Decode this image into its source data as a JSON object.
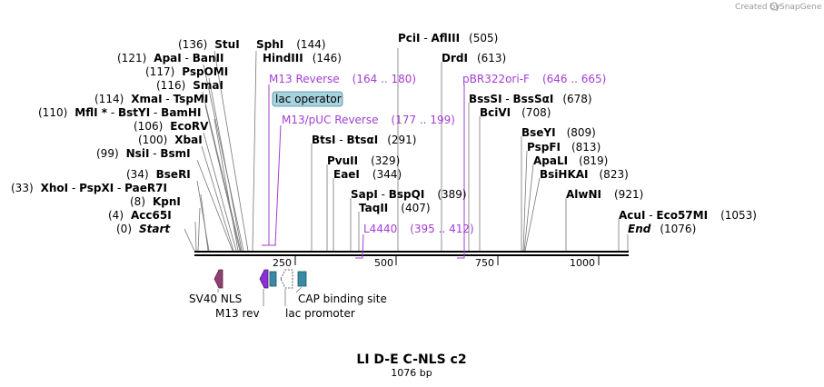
{
  "credit": {
    "prefix": "Created by",
    "brand": "SnapGene"
  },
  "map": {
    "title": "LI D-E C-NLS c2",
    "length_label": "1076 bp",
    "ticks": [
      "250",
      "500",
      "750",
      "1000"
    ]
  },
  "sites": [
    {
      "id": "pcii",
      "names": [
        "PciI",
        "AflIII"
      ],
      "pos": "(505)"
    },
    {
      "id": "drdi",
      "names": [
        "DrdI"
      ],
      "pos": "(613)"
    },
    {
      "id": "stui",
      "names": [
        "StuI"
      ],
      "pos": "(136)"
    },
    {
      "id": "sphi",
      "names": [
        "SphI"
      ],
      "pos": "(144)"
    },
    {
      "id": "apai",
      "names": [
        "ApaI",
        "BanII"
      ],
      "pos": "(121)"
    },
    {
      "id": "hindiii",
      "names": [
        "HindIII"
      ],
      "pos": "(146)"
    },
    {
      "id": "pspomi",
      "names": [
        "PspOMI"
      ],
      "pos": "(117)"
    },
    {
      "id": "smai",
      "names": [
        "SmaI"
      ],
      "pos": "(116)"
    },
    {
      "id": "xmai",
      "names": [
        "XmaI",
        "TspMI"
      ],
      "pos": "(114)"
    },
    {
      "id": "mfli",
      "names": [
        "MflI *",
        "BstYI",
        "BamHI"
      ],
      "pos": "(110)"
    },
    {
      "id": "ecorv",
      "names": [
        "EcoRV"
      ],
      "pos": "(106)"
    },
    {
      "id": "xbai",
      "names": [
        "XbaI"
      ],
      "pos": "(100)"
    },
    {
      "id": "nsii",
      "names": [
        "NsiI",
        "BsmI"
      ],
      "pos": "(99)"
    },
    {
      "id": "bseri",
      "names": [
        "BseRI"
      ],
      "pos": "(34)"
    },
    {
      "id": "xhoi",
      "names": [
        "XhoI",
        "PspXI",
        "PaeR7I"
      ],
      "pos": "(33)"
    },
    {
      "id": "kpni",
      "names": [
        "KpnI"
      ],
      "pos": "(8)"
    },
    {
      "id": "acc65i",
      "names": [
        "Acc65I"
      ],
      "pos": "(4)"
    },
    {
      "id": "start",
      "names": [
        "Start"
      ],
      "pos": "(0)"
    },
    {
      "id": "btsi",
      "names": [
        "BtsI",
        "BtsαI"
      ],
      "pos": "(291)"
    },
    {
      "id": "pvuii",
      "names": [
        "PvuII"
      ],
      "pos": "(329)"
    },
    {
      "id": "eaei",
      "names": [
        "EaeI"
      ],
      "pos": "(344)"
    },
    {
      "id": "sapi",
      "names": [
        "SapI",
        "BspQI"
      ],
      "pos": "(389)"
    },
    {
      "id": "taqii",
      "names": [
        "TaqII"
      ],
      "pos": "(407)"
    },
    {
      "id": "bsssi",
      "names": [
        "BssSI",
        "BssSαI"
      ],
      "pos": "(678)"
    },
    {
      "id": "bcivi",
      "names": [
        "BciVI"
      ],
      "pos": "(708)"
    },
    {
      "id": "bseyi",
      "names": [
        "BseYI"
      ],
      "pos": "(809)"
    },
    {
      "id": "pspfi",
      "names": [
        "PspFI"
      ],
      "pos": "(813)"
    },
    {
      "id": "apali",
      "names": [
        "ApaLI"
      ],
      "pos": "(819)"
    },
    {
      "id": "bsihkai",
      "names": [
        "BsiHKAI"
      ],
      "pos": "(823)"
    },
    {
      "id": "alwni",
      "names": [
        "AlwNI"
      ],
      "pos": "(921)"
    },
    {
      "id": "acui",
      "names": [
        "AcuI",
        "Eco57MI"
      ],
      "pos": "(1053)"
    },
    {
      "id": "end",
      "names": [
        "End"
      ],
      "pos": "(1076)"
    }
  ],
  "primers": [
    {
      "id": "m13rev",
      "name": "M13 Reverse",
      "range": "(164 .. 180)"
    },
    {
      "id": "m13puc",
      "name": "M13/pUC Reverse",
      "range": "(177 .. 199)"
    },
    {
      "id": "pbr322",
      "name": "pBR322ori-F",
      "range": "(646 .. 665)"
    },
    {
      "id": "l4440",
      "name": "L4440",
      "range": "(395 .. 412)"
    }
  ],
  "lac_operator": "lac operator",
  "features": [
    "SV40 NLS",
    "M13 rev",
    "lac promoter",
    "CAP binding site"
  ],
  "colors": {
    "purple": "#a43dd6",
    "sv40": "#8f3f71",
    "m13rev": "#8b2fd6",
    "cap": "#3a8aa6",
    "lacop_fill": "#a6d3de"
  }
}
